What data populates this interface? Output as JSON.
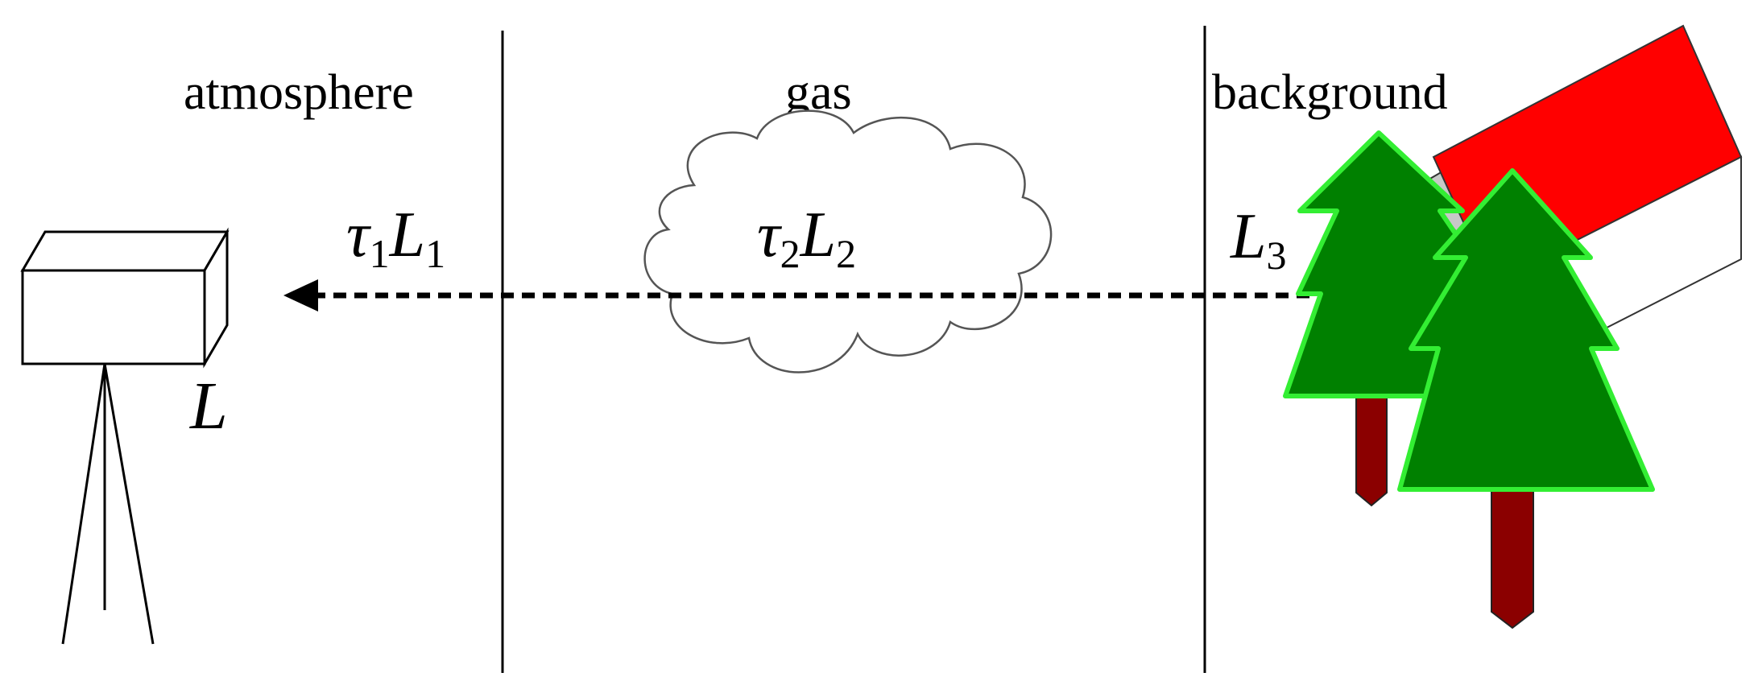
{
  "regions": {
    "atmosphere": "atmosphere",
    "gas": "gas",
    "background": "background"
  },
  "terms": {
    "atmosphere_transmittance": "τ",
    "atmosphere_transmittance_sub": "1",
    "atmosphere_radiance": "L",
    "atmosphere_radiance_sub": "1",
    "gas_transmittance": "τ",
    "gas_transmittance_sub": "2",
    "gas_radiance": "L",
    "gas_radiance_sub": "2",
    "background_radiance": "L",
    "background_radiance_sub": "3",
    "camera_radiance": "L"
  },
  "colors": {
    "house_roof": "#ff0000",
    "house_side": "#c8c8c8",
    "tree_fill": "#008000",
    "tree_outline": "#33ee33",
    "trunk": "#8b0000",
    "line": "#000000"
  },
  "icons": {
    "camera": "camera-icon",
    "tripod": "tripod-icon",
    "cloud": "gas-cloud-icon",
    "house": "house-icon",
    "tree_back": "tree-icon",
    "tree_front": "tree-icon"
  }
}
